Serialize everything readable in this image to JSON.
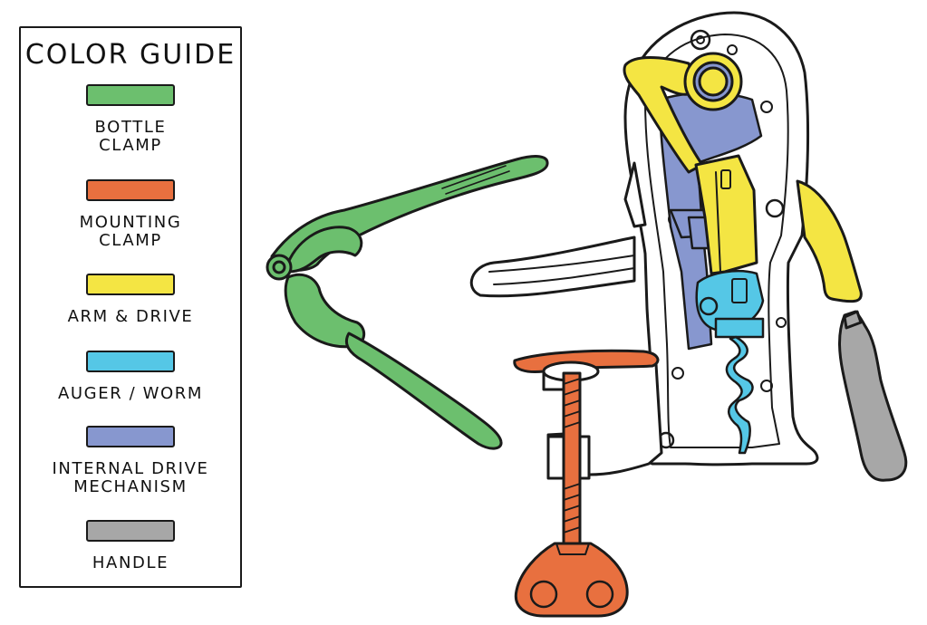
{
  "legend": {
    "title": "COLOR GUIDE",
    "items": [
      {
        "label": "BOTTLE\nCLAMP",
        "color": "#6cbf6e"
      },
      {
        "label": "MOUNTING\nCLAMP",
        "color": "#e8703f"
      },
      {
        "label": "ARM & DRIVE",
        "color": "#f4e543"
      },
      {
        "label": "AUGER / WORM",
        "color": "#55c7e6"
      },
      {
        "label": "INTERNAL DRIVE\nMECHANISM",
        "color": "#8797cf"
      },
      {
        "label": "HANDLE",
        "color": "#a7a7a7"
      }
    ]
  },
  "colors": {
    "outline": "#1a1a1a",
    "body": "#ffffff"
  }
}
